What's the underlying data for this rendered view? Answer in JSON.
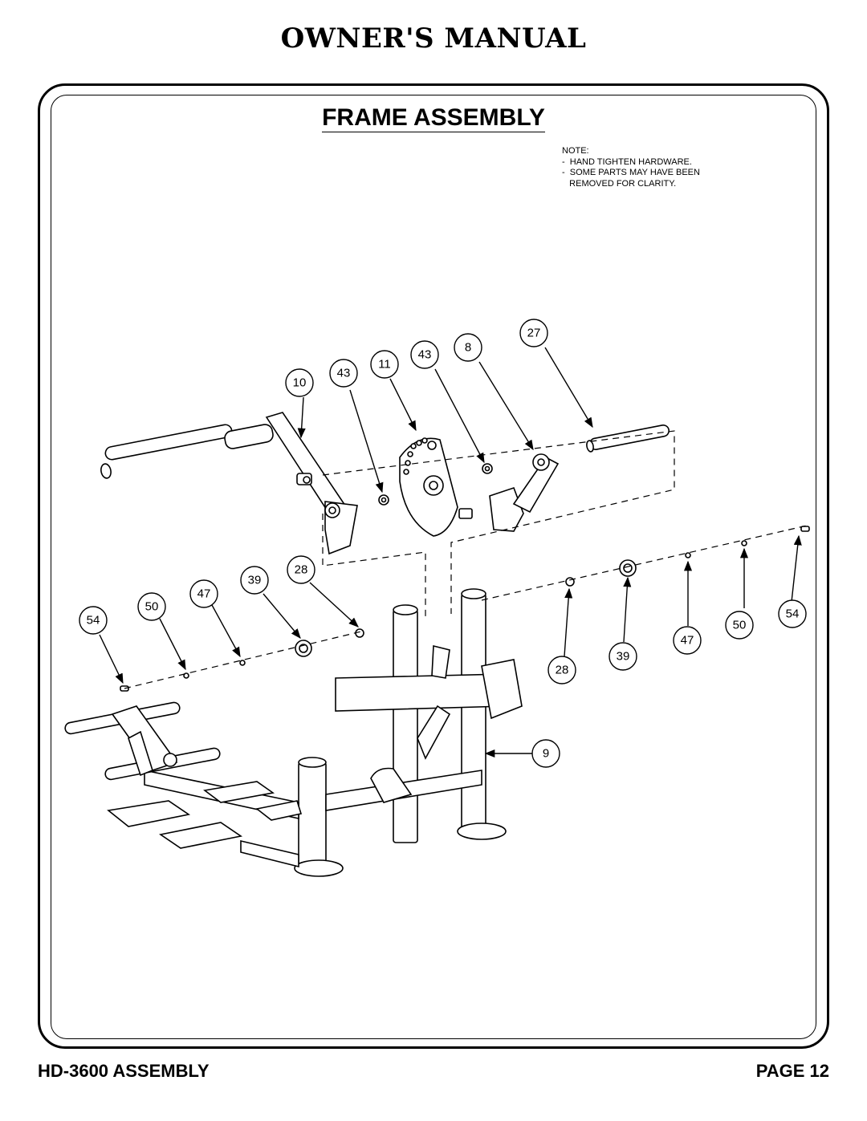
{
  "header": {
    "title": "OWNER'S MANUAL"
  },
  "section": {
    "title": "FRAME ASSEMBLY"
  },
  "note": {
    "heading": "NOTE:",
    "lines": [
      "-  HAND TIGHTEN HARDWARE.",
      "-  SOME PARTS MAY HAVE BEEN",
      "   REMOVED FOR CLARITY."
    ]
  },
  "callouts": {
    "c27": "27",
    "c8": "8",
    "c43a": "43",
    "c11": "11",
    "c43b": "43",
    "c10": "10",
    "c28a": "28",
    "c39a": "39",
    "c47a": "47",
    "c50a": "50",
    "c54a": "54",
    "c54b": "54",
    "c50b": "50",
    "c47b": "47",
    "c39b": "39",
    "c28b": "28",
    "c9": "9"
  },
  "footer": {
    "model": "HD-3600 ASSEMBLY",
    "page": "PAGE 12"
  }
}
